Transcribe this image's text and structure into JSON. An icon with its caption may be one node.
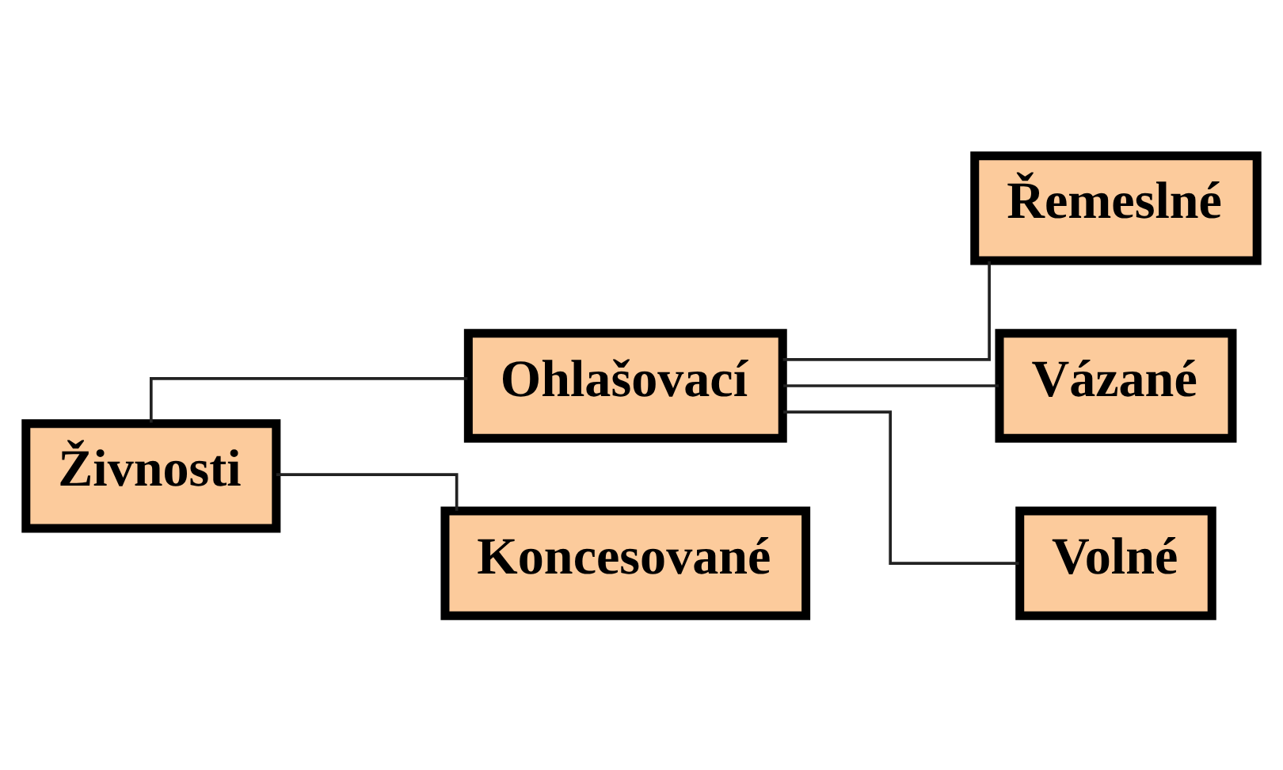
{
  "diagram": {
    "nodes": [
      {
        "text": [
          "Živnosti"
        ]
      },
      {
        "text": [
          "Ohlašovací"
        ]
      },
      {
        "text": [
          "Řemeslné"
        ]
      },
      {
        "text": [
          "Vázané"
        ]
      },
      {
        "text": [
          "Volné"
        ]
      },
      {
        "text": [
          "Koncesované"
        ]
      }
    ],
    "edges": [
      {
        "from": 0,
        "to": 1,
        "arrow": "none"
      },
      {
        "from": 0,
        "to": 5,
        "arrow": "none"
      },
      {
        "from": 1,
        "to": 2,
        "arrow": "none"
      },
      {
        "from": 1,
        "to": 3,
        "arrow": "none"
      },
      {
        "from": 1,
        "to": 4,
        "arrow": "none"
      }
    ]
  }
}
